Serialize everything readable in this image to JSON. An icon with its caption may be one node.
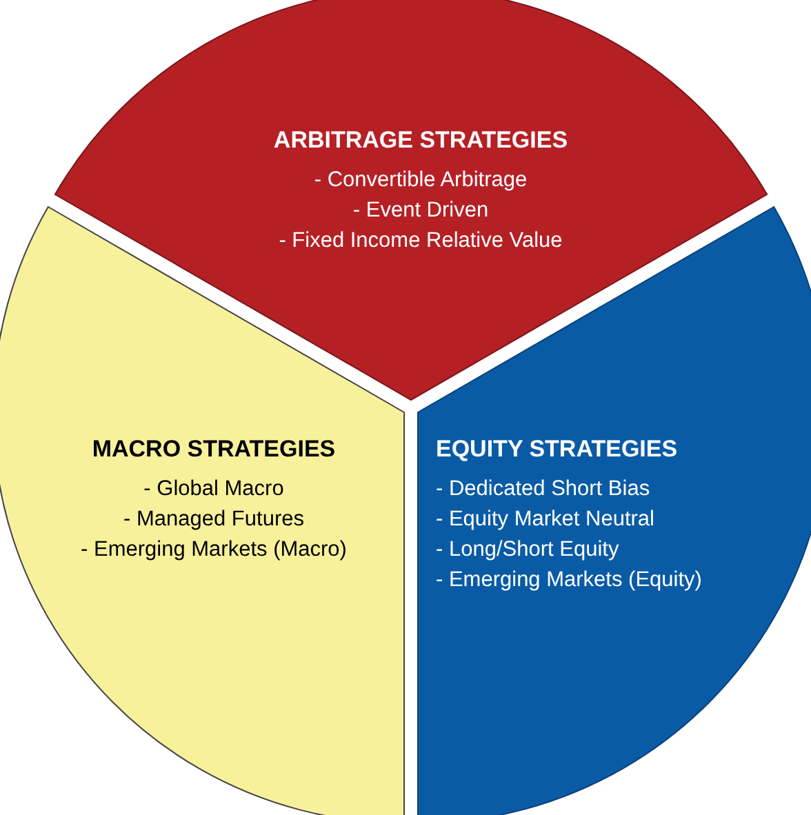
{
  "diagram": {
    "nodes": [
      {
        "text": [
          "ARBITRAGE STRATEGIES",
          "- Convertible Arbitrage",
          "- Event Driven",
          "- Fixed Income Relative Value"
        ]
      },
      {
        "text": [
          "MACRO STRATEGIES",
          "- Global Macro",
          "- Managed Futures",
          "- Emerging Markets (Macro)"
        ]
      },
      {
        "text": [
          "EQUITY STRATEGIES",
          "- Dedicated Short Bias",
          "- Equity Market Neutral",
          "- Long/Short Equity",
          "- Emerging Markets (Equity)"
        ]
      }
    ]
  }
}
